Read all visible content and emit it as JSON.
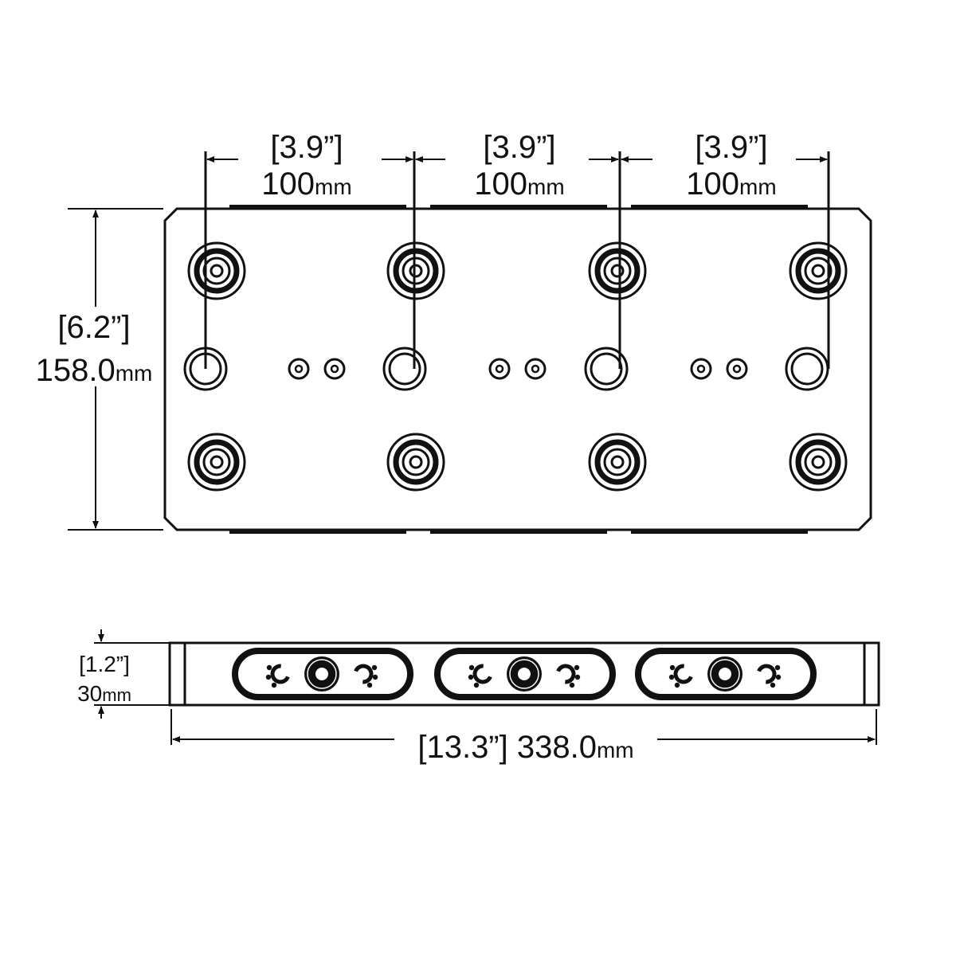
{
  "top_view": {
    "spacing_dims": [
      {
        "inch": "[3.9”]",
        "value": "100",
        "unit": "mm"
      },
      {
        "inch": "[3.9”]",
        "value": "100",
        "unit": "mm"
      },
      {
        "inch": "[3.9”]",
        "value": "100",
        "unit": "mm"
      }
    ],
    "height_dim": {
      "inch": "[6.2”]",
      "value": "158.0",
      "unit": "mm"
    }
  },
  "side_view": {
    "thickness_dim": {
      "inch": "[1.2”]",
      "value": "30",
      "unit": "mm"
    },
    "length_dim": {
      "inch": "[13.3”]",
      "value": "338.0",
      "unit": "mm"
    }
  },
  "colors": {
    "line": "#111111",
    "background": "#ffffff"
  }
}
